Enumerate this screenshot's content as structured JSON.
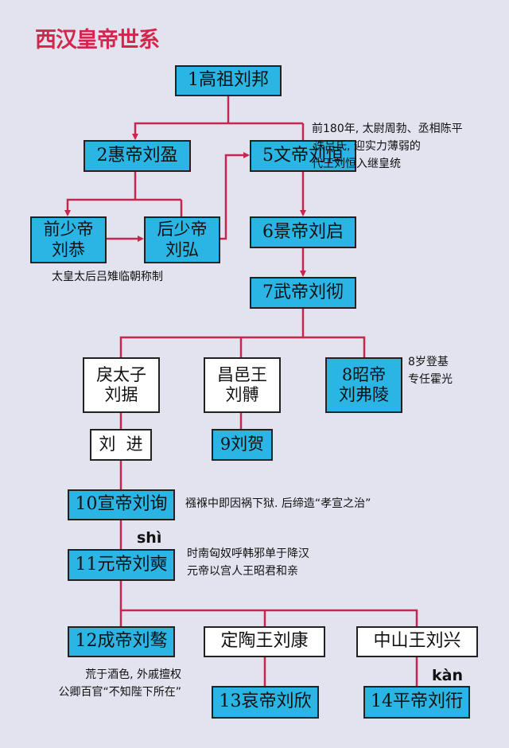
{
  "title": "西汉皇帝世系",
  "colors": {
    "background": "#e3e3ef",
    "emperor_box": "#2bb5e5",
    "other_box": "#ffffff",
    "connector": "#c8264f",
    "title": "#d3264c"
  },
  "nodes": {
    "n1": "1高祖刘邦",
    "n2": "2惠帝刘盈",
    "n5": "5文帝刘恒",
    "qian_shaodi": [
      "前少帝",
      "刘恭"
    ],
    "hou_shaodi": [
      "后少帝",
      "刘弘"
    ],
    "n6": "6景帝刘启",
    "n7": "7武帝刘彻",
    "li_taizi": [
      "戾太子",
      "刘据"
    ],
    "changyi": [
      "昌邑王",
      "刘髆"
    ],
    "n8": [
      "8昭帝",
      "刘弗陵"
    ],
    "liu_jin": "刘  进",
    "n9": "9刘贺",
    "n10": "10宣帝刘询",
    "n11": "11元帝刘奭",
    "n12": "12成帝刘骜",
    "dingtao": "定陶王刘康",
    "zhongshan": "中山王刘兴",
    "n13": "13哀帝刘欣",
    "n14": "14平帝刘衎"
  },
  "notes": {
    "wendi": [
      "前180年, 太尉周勃、丞相陈平",
      "诛吕氏, 迎实力薄弱的",
      "代王刘恒入继皇统"
    ],
    "lvhou": "太皇太后吕雉临朝称制",
    "zhaodi": [
      "8岁登基",
      "专任霍光"
    ],
    "xuandi": "襁褓中即因祸下狱. 后缔造“孝宣之治”",
    "yuandi": [
      "时南匈奴呼韩邪单于降汉",
      "元帝以宫人王昭君和亲"
    ],
    "chengdi": [
      "荒于酒色, 外戚擅权",
      "公卿百官“不知陛下所在”"
    ]
  },
  "pinyin": {
    "shi": "shì",
    "kan": "kàn"
  }
}
